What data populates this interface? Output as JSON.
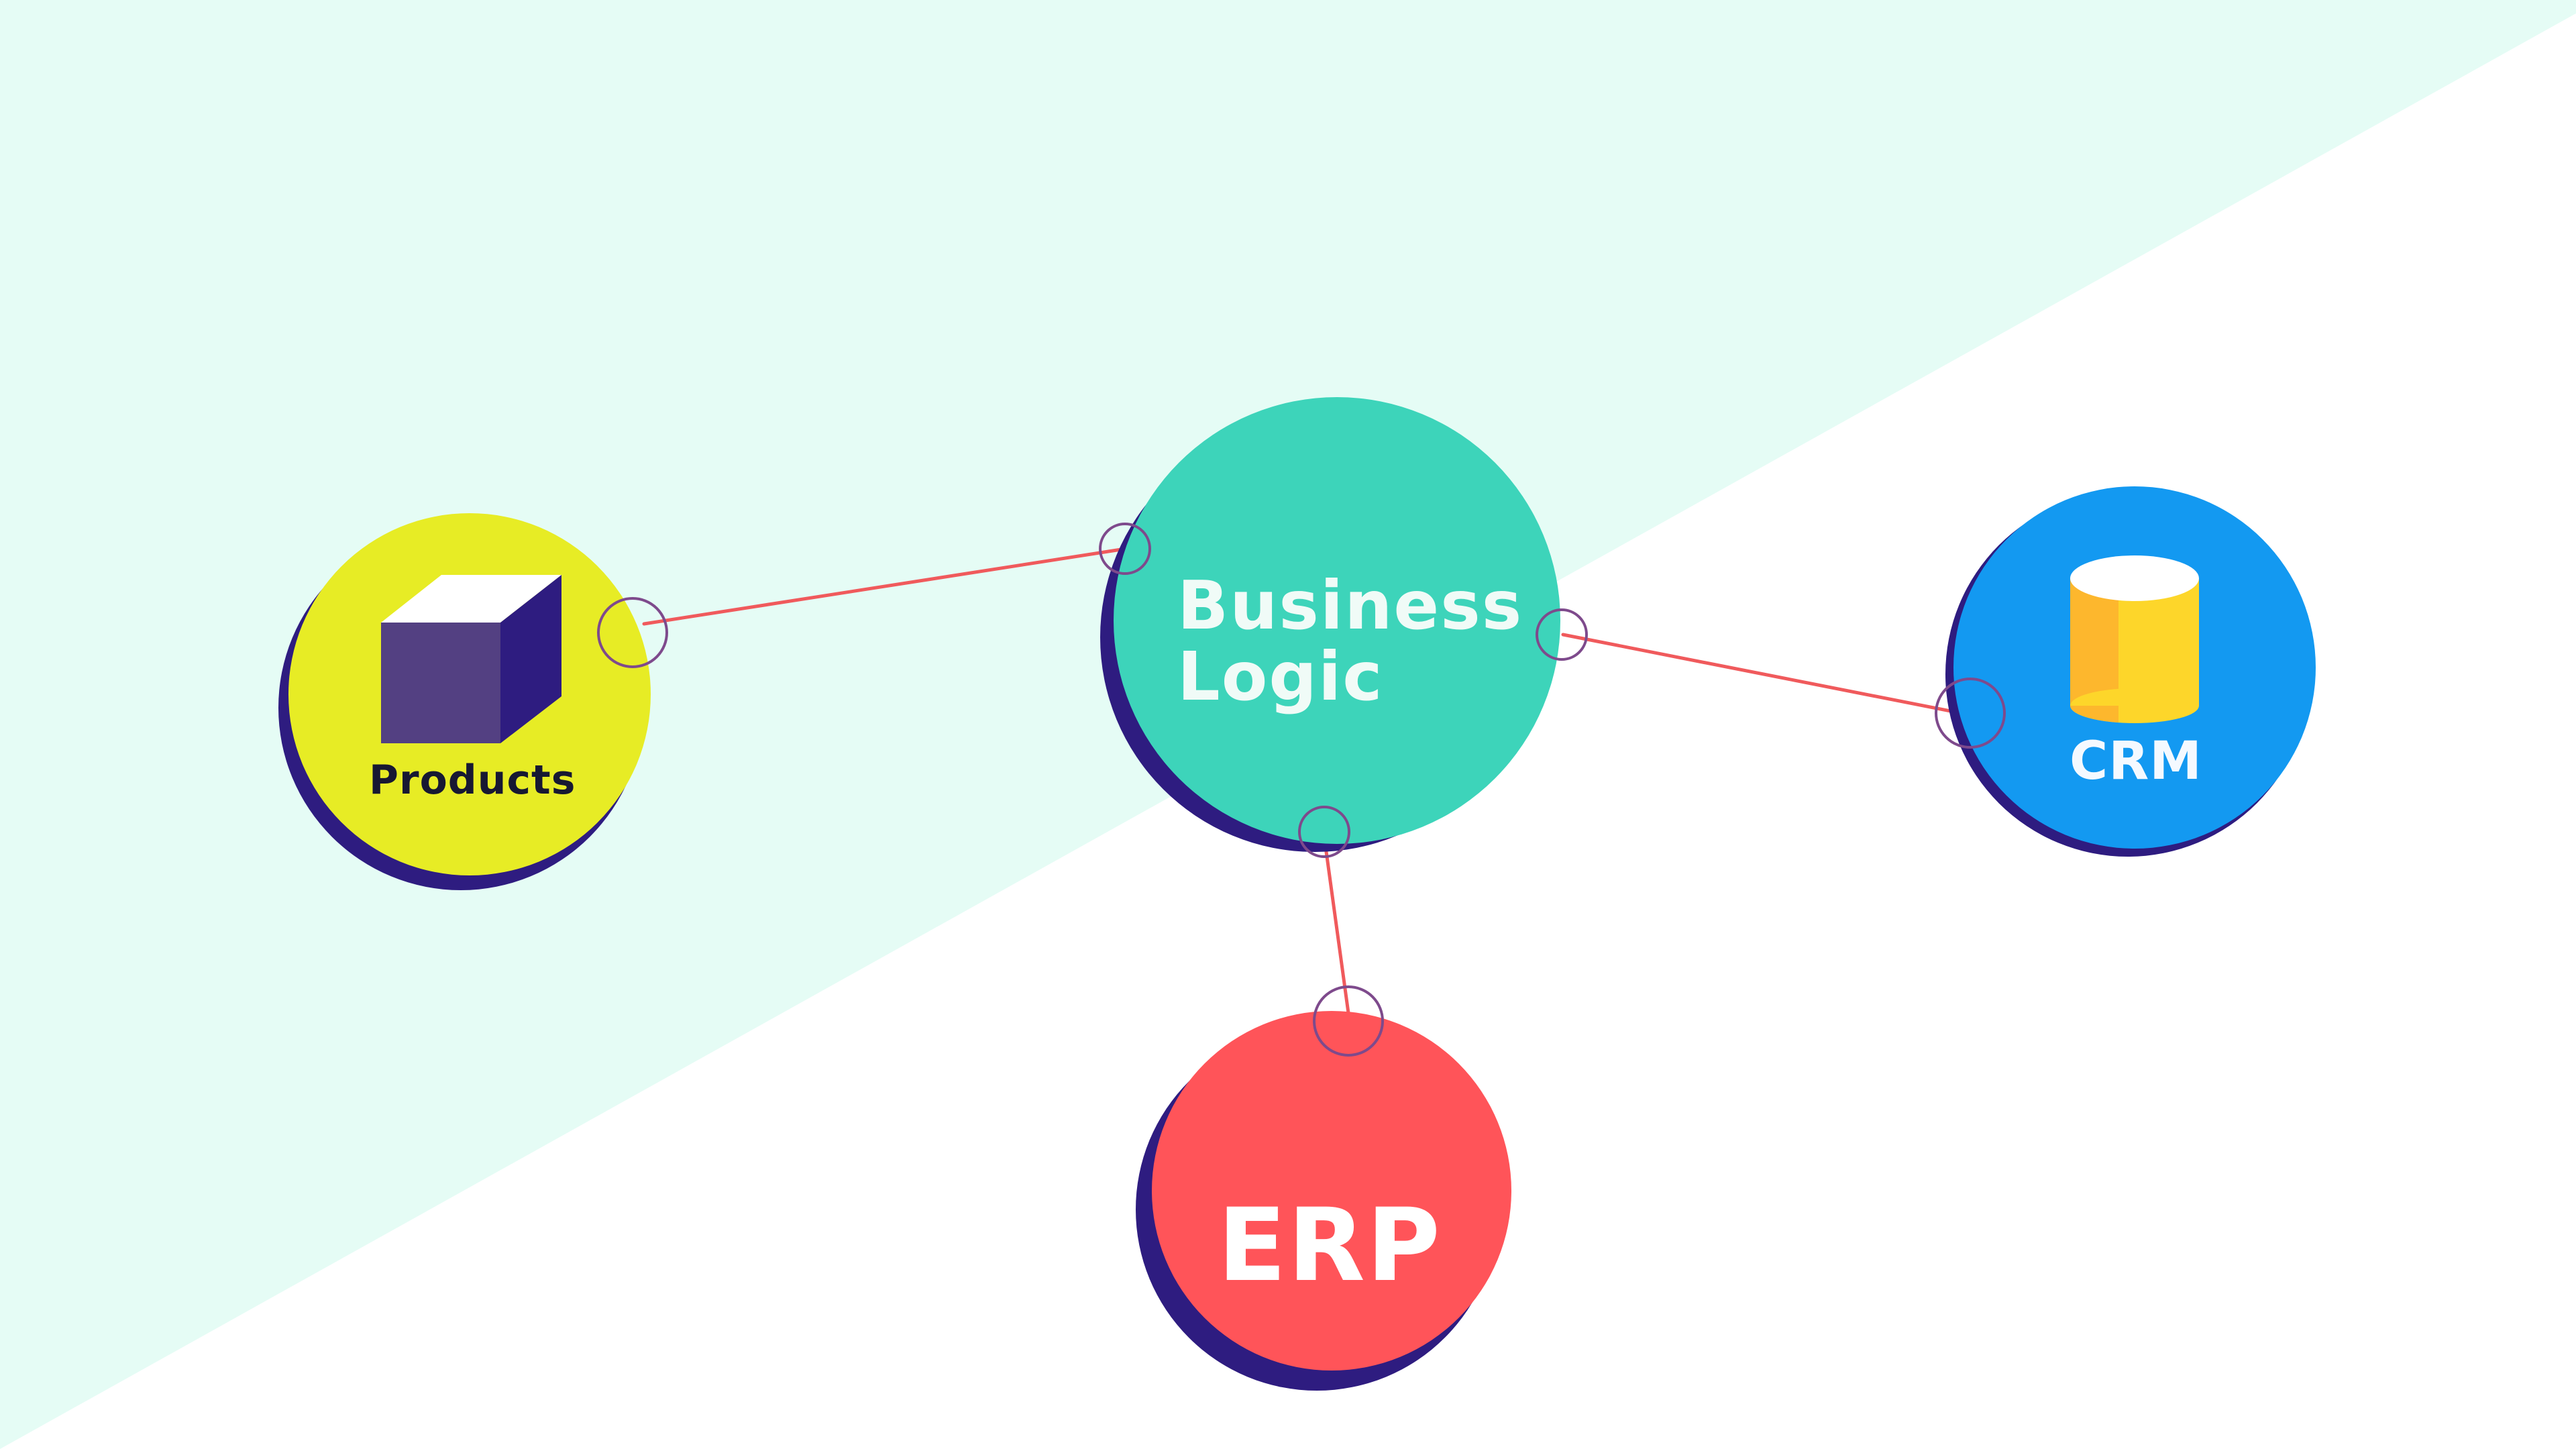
{
  "diagram": {
    "nodes": [
      {
        "id": "products",
        "label": "Products",
        "icon": "box-icon",
        "color": "#E7EC25"
      },
      {
        "id": "business_logic",
        "label": "Business\nLogic",
        "color": "#3DD4BA"
      },
      {
        "id": "crm",
        "label": "CRM",
        "icon": "database-icon",
        "color": "#1399F1"
      },
      {
        "id": "erp",
        "label": "ERP",
        "color": "#FF5459"
      }
    ],
    "edges": [
      {
        "from": "products",
        "to": "business_logic"
      },
      {
        "from": "business_logic",
        "to": "crm"
      },
      {
        "from": "business_logic",
        "to": "erp"
      }
    ]
  },
  "colors": {
    "background": "#FFFFFF",
    "background_band": "#E5FCF5",
    "node_shadow": "#2E1C80",
    "edge": "#F05A5C",
    "port_ring": "#7E4A8C",
    "box_front": "#534082",
    "box_side": "#2E1C80",
    "box_top": "#FFFFFF",
    "cylinder_body": "#FDD62A",
    "cylinder_shade": "#FDB72D",
    "cylinder_top": "#FFFFFF"
  }
}
